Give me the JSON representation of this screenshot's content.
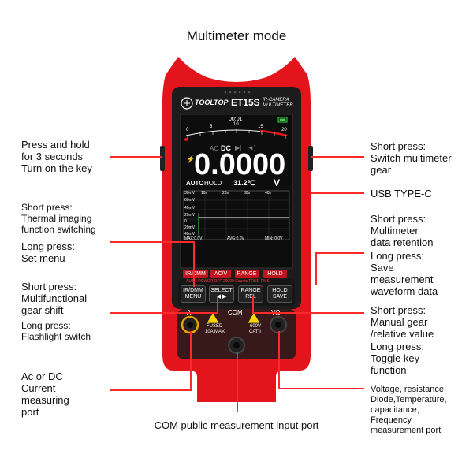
{
  "title": "Multimeter mode",
  "device": {
    "brand": "TOOLTOP",
    "model": "ET15S",
    "subtitle_line1": "IR-CAMERA",
    "subtitle_line2": "MULTIMETER",
    "time": "00:01",
    "scale": [
      "0",
      "5",
      "10",
      "15",
      "20"
    ],
    "mode_ac": "AC",
    "mode_dc": "DC",
    "reading": "0.0000",
    "unit": "V",
    "auto": "AUTO",
    "hold": "HOLD",
    "temp": "31.2℃",
    "graph_top": [
      "30mV",
      "10s",
      "20s",
      "30s",
      "40s"
    ],
    "graph_y": [
      "60mV",
      "40mV",
      "20mV",
      "0",
      "20mV",
      "40mV"
    ],
    "graph_stats": [
      "MAX:0.0V",
      "AVG:0.0V",
      "MIN:-0.0V"
    ],
    "func_keys": [
      "IR/DMM",
      "AC/V",
      "RANGE",
      "HOLD"
    ],
    "banner": "AUTO POWER OFF  20000 Counts  TRUE-RMS",
    "buttons": [
      {
        "top": "IR/DMM",
        "bottom": "MENU"
      },
      {
        "top": "SELECT",
        "bottom": "◀ ▶"
      },
      {
        "top": "RANGE",
        "bottom": "REL"
      },
      {
        "top": "HOLD",
        "bottom": "SAVE"
      }
    ],
    "jack_a": "A",
    "jack_com": "COM",
    "jack_v": "VΩ",
    "fused_1": "FUSED",
    "fused_2": "10A MAX",
    "cat_1": "600V",
    "cat_2": "CATII"
  },
  "left_labels": {
    "power": [
      "Press and hold",
      "for 3 seconds",
      "Turn on the key"
    ],
    "thermal": [
      "Short press:",
      "Thermal imaging",
      "function switching"
    ],
    "thermal_long": [
      "Long press:",
      "Set menu"
    ],
    "gear": [
      "Short press:",
      "Multifunctional",
      "gear shift"
    ],
    "gear_long": [
      "Long press:",
      "Flashlight switch"
    ],
    "current": [
      "Ac or DC",
      "Current",
      "measuring",
      "port"
    ]
  },
  "right_labels": {
    "switch": [
      "Short press:",
      "Switch multimeter",
      "gear"
    ],
    "usb": [
      "USB TYPE-C"
    ],
    "retention": [
      "Short press:",
      "Multimeter",
      "data retention"
    ],
    "save": [
      "Long press:",
      "Save",
      "measurement",
      "waveform data"
    ],
    "manual": [
      "Short press:",
      "Manual gear",
      "/relative value"
    ],
    "toggle": [
      "Long press:",
      "Toggle key",
      "function"
    ],
    "voltage": [
      "Voltage, resistance,",
      "Diode,Temperature,",
      "capacitance,",
      "Frequency",
      "measurement port"
    ]
  },
  "bottom_label": "COM public measurement input port",
  "colors": {
    "body_red": "#e3141c",
    "lead_red": "#ff2a2a",
    "screen_bg": "#0d0d0d",
    "accent_red": "#c2141c"
  }
}
